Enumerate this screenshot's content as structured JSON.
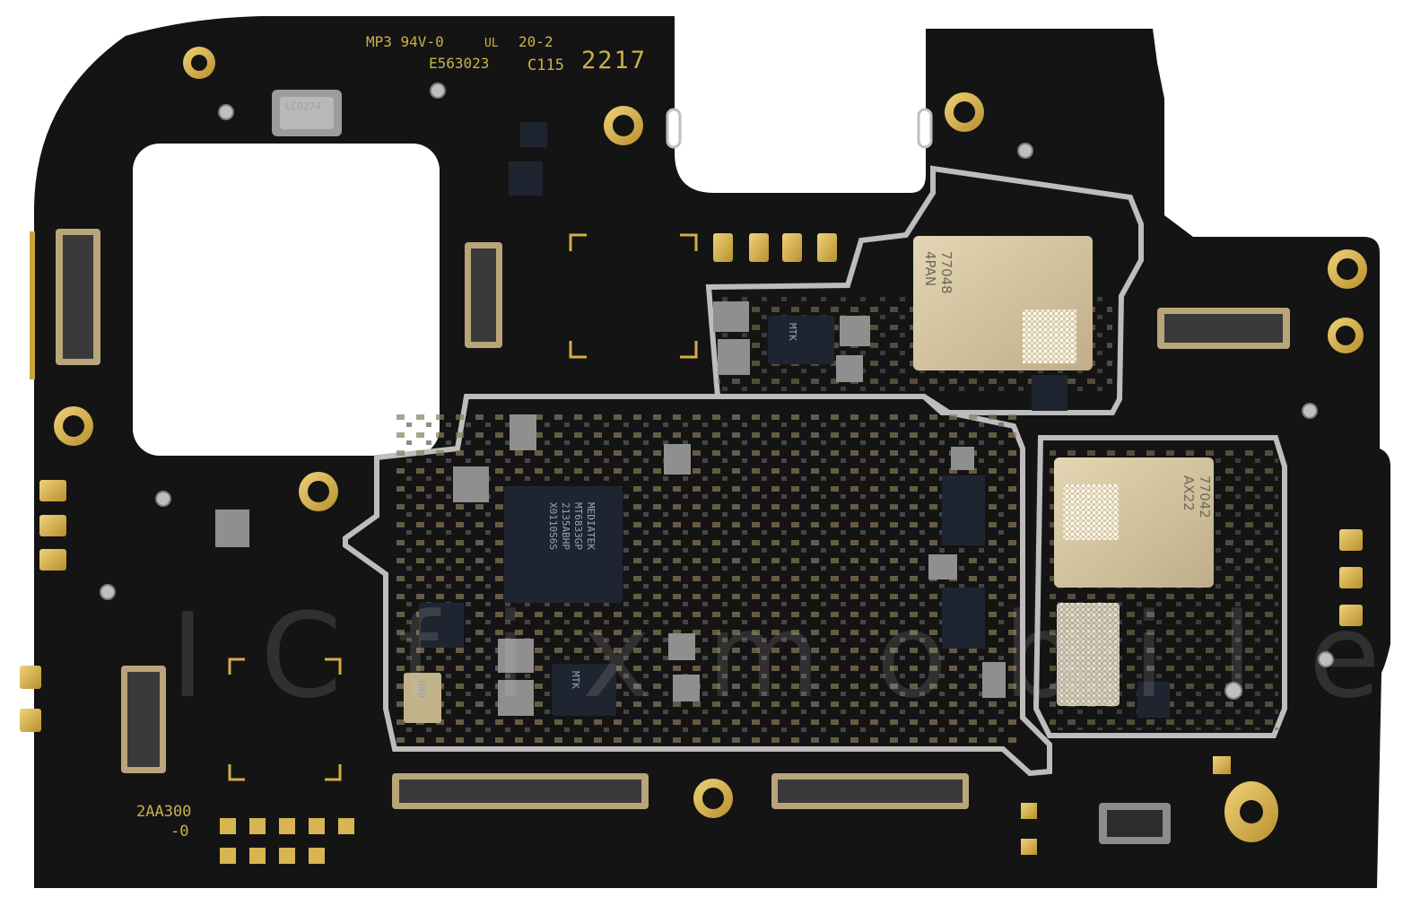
{
  "board": {
    "silkscreen": {
      "line1": "MP3  94V-0",
      "ul_mark": "UL",
      "line1_right": "20-2",
      "line2": "E563023",
      "line2_right": "C115",
      "date_code": "2217",
      "part_code_1": "2AA300",
      "part_code_2": "-0"
    },
    "chips": {
      "soc_1": "MEDIATEK",
      "soc_2": "MT6833GP",
      "soc_3": "2135ABHP",
      "soc_4": "X0110S6S",
      "rf_1_a": "77048",
      "rf_1_b": "4PAN",
      "rf_2_a": "77042",
      "rf_2_b": "AX22",
      "pmic_top": "MTK",
      "pmic_bottom": "MTK",
      "crystal": "LC0274",
      "inductor_label": "H4U"
    },
    "watermark": "ICfixmobile",
    "colors": {
      "pcb": "#141414",
      "gold": "#d4ae44",
      "shield": "#c8c8c8",
      "silkscreen": "#c9b24a"
    }
  }
}
